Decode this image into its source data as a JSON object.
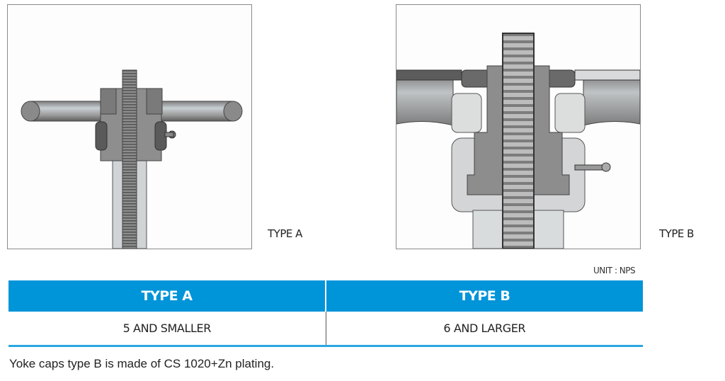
{
  "figures": {
    "type_a": {
      "label": "TYPE A",
      "icon": "yoke-cap-type-a-illustration"
    },
    "type_b": {
      "label": "TYPE B",
      "icon": "yoke-cap-type-b-illustration"
    }
  },
  "table": {
    "unit": "UNIT : NPS",
    "headers": [
      "TYPE A",
      "TYPE B"
    ],
    "rows": [
      [
        "5  AND SMALLER",
        "6  AND LARGER"
      ]
    ],
    "colors": {
      "header_bg": "#0094d9",
      "header_text": "#ffffff",
      "rule": "#2aa7e1"
    }
  },
  "note": "Yoke caps type B is made of CS 1020+Zn plating."
}
